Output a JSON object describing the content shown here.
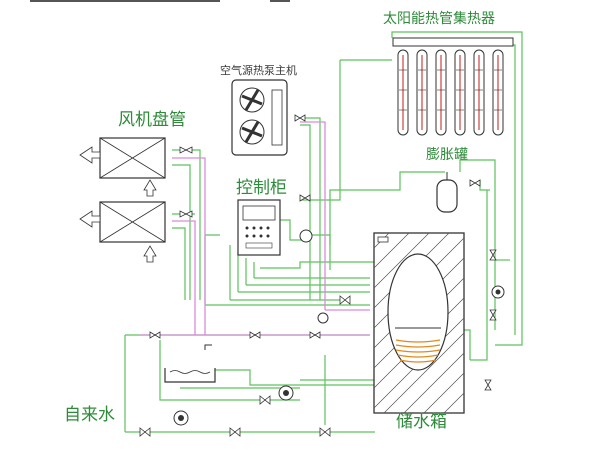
{
  "labels": {
    "solar_collector": "太阳能热管集热器",
    "air_source_unit": "空气源热泵主机",
    "fan_coil": "风机盘管",
    "control_cabinet": "控制柜",
    "expansion_tank": "膨胀罐",
    "water_tap": "自来水",
    "storage_tank": "储水箱"
  },
  "colors": {
    "pipe_green": "#5cc25c",
    "pipe_pink": "#d98bd9",
    "pipe_red": "#d04040",
    "outline": "#333333",
    "label_green": "#2e8b3a",
    "coil_orange": "#e08a1e"
  }
}
